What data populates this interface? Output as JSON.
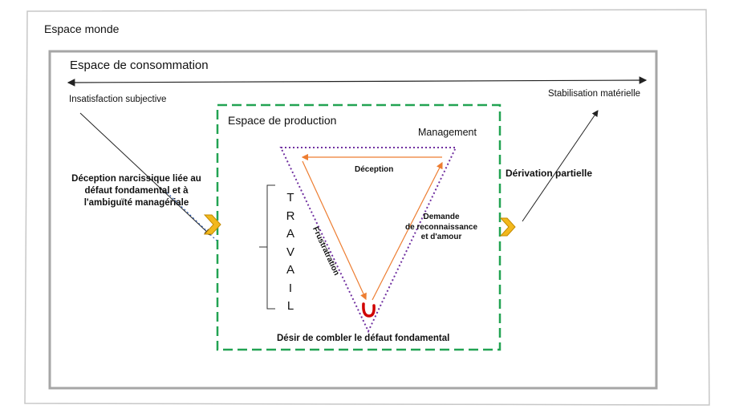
{
  "outer_label": "Espace monde",
  "consumption": {
    "label": "Espace de consommation",
    "left_end": "Insatisfaction subjective",
    "right_end": "Stabilisation matérielle"
  },
  "production": {
    "label": "Espace de production",
    "management": "Management",
    "deception": "Déception",
    "frustration": "Frustratration",
    "demande": [
      "Demande",
      "de reconnaissance",
      "et d'amour"
    ],
    "desir": "Désir de combler le défaut fondamental",
    "travail_letters": [
      "T",
      "R",
      "A",
      "V",
      "A",
      "I",
      "L"
    ]
  },
  "left_text": [
    "Déception narcissique liée au",
    "défaut fondamental et à",
    "l'ambiguïté managériale"
  ],
  "right_text": "Dérivation partielle",
  "colors": {
    "green_dashed": "#22a352",
    "purple_dotted": "#7030a0",
    "orange": "#ed7d31",
    "chevron": "#f2b81d",
    "red": "#d00000",
    "gray_frame": "#a6a6a6"
  }
}
